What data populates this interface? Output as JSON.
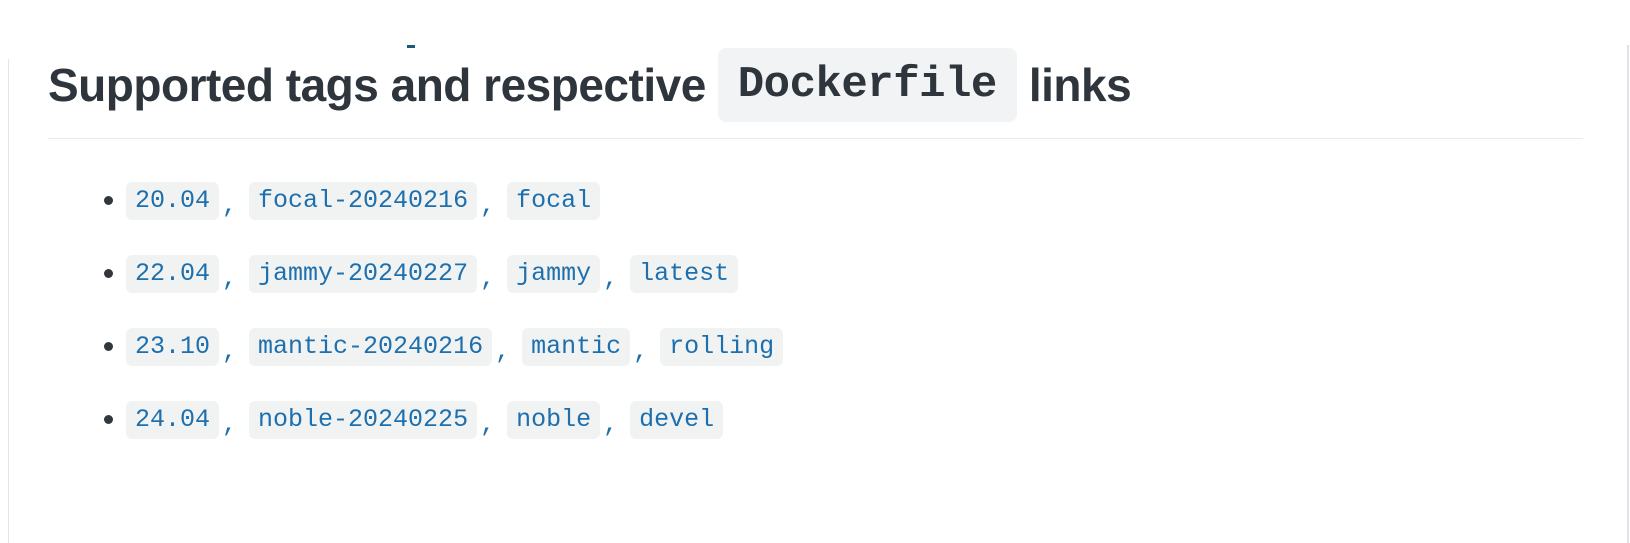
{
  "page": {
    "heading": {
      "prefix": "Supported tags and respective",
      "code": "Dockerfile",
      "suffix": "links"
    },
    "separator": ",",
    "tag_rows": [
      {
        "tags": [
          "20.04",
          "focal-20240216",
          "focal"
        ]
      },
      {
        "tags": [
          "22.04",
          "jammy-20240227",
          "jammy",
          "latest"
        ]
      },
      {
        "tags": [
          "23.10",
          "mantic-20240216",
          "mantic",
          "rolling"
        ]
      },
      {
        "tags": [
          "24.04",
          "noble-20240225",
          "noble",
          "devel"
        ]
      }
    ],
    "colors": {
      "heading_text": "#2e353c",
      "tag_link": "#1d6fad",
      "chip_background": "#f1f3f4",
      "divider": "#e8ebed",
      "card_border": "#e1e4e8"
    }
  }
}
